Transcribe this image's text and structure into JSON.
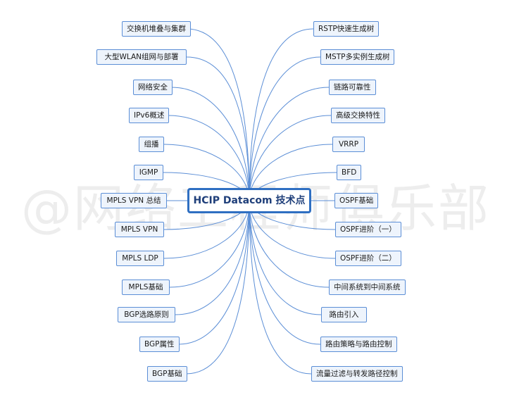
{
  "center": {
    "label": "HCIP Datacom 技术点"
  },
  "watermark": "@网络工程师俱乐部",
  "colors": {
    "line": "#5b8ed6",
    "node_border": "#5b8ed6",
    "node_fill": "#eef4fc",
    "center_border": "#2f6fc2"
  },
  "left_branches": [
    "交换机堆叠与集群",
    "大型WLAN组网与部署",
    "网络安全",
    "IPv6概述",
    "组播",
    "IGMP",
    "MPLS VPN 总结",
    "MPLS VPN",
    "MPLS LDP",
    "MPLS基础",
    "BGP选路原则",
    "BGP属性",
    "BGP基础"
  ],
  "right_branches": [
    "RSTP快速生成树",
    "MSTP多实例生成树",
    "链路可靠性",
    "高级交换特性",
    "VRRP",
    "BFD",
    "OSPF基础",
    "OSPF进阶（一）",
    "OSPF进阶（二）",
    "中间系统到中间系统",
    "路由引入",
    "路由策略与路由控制",
    "流量过滤与转发路径控制"
  ]
}
